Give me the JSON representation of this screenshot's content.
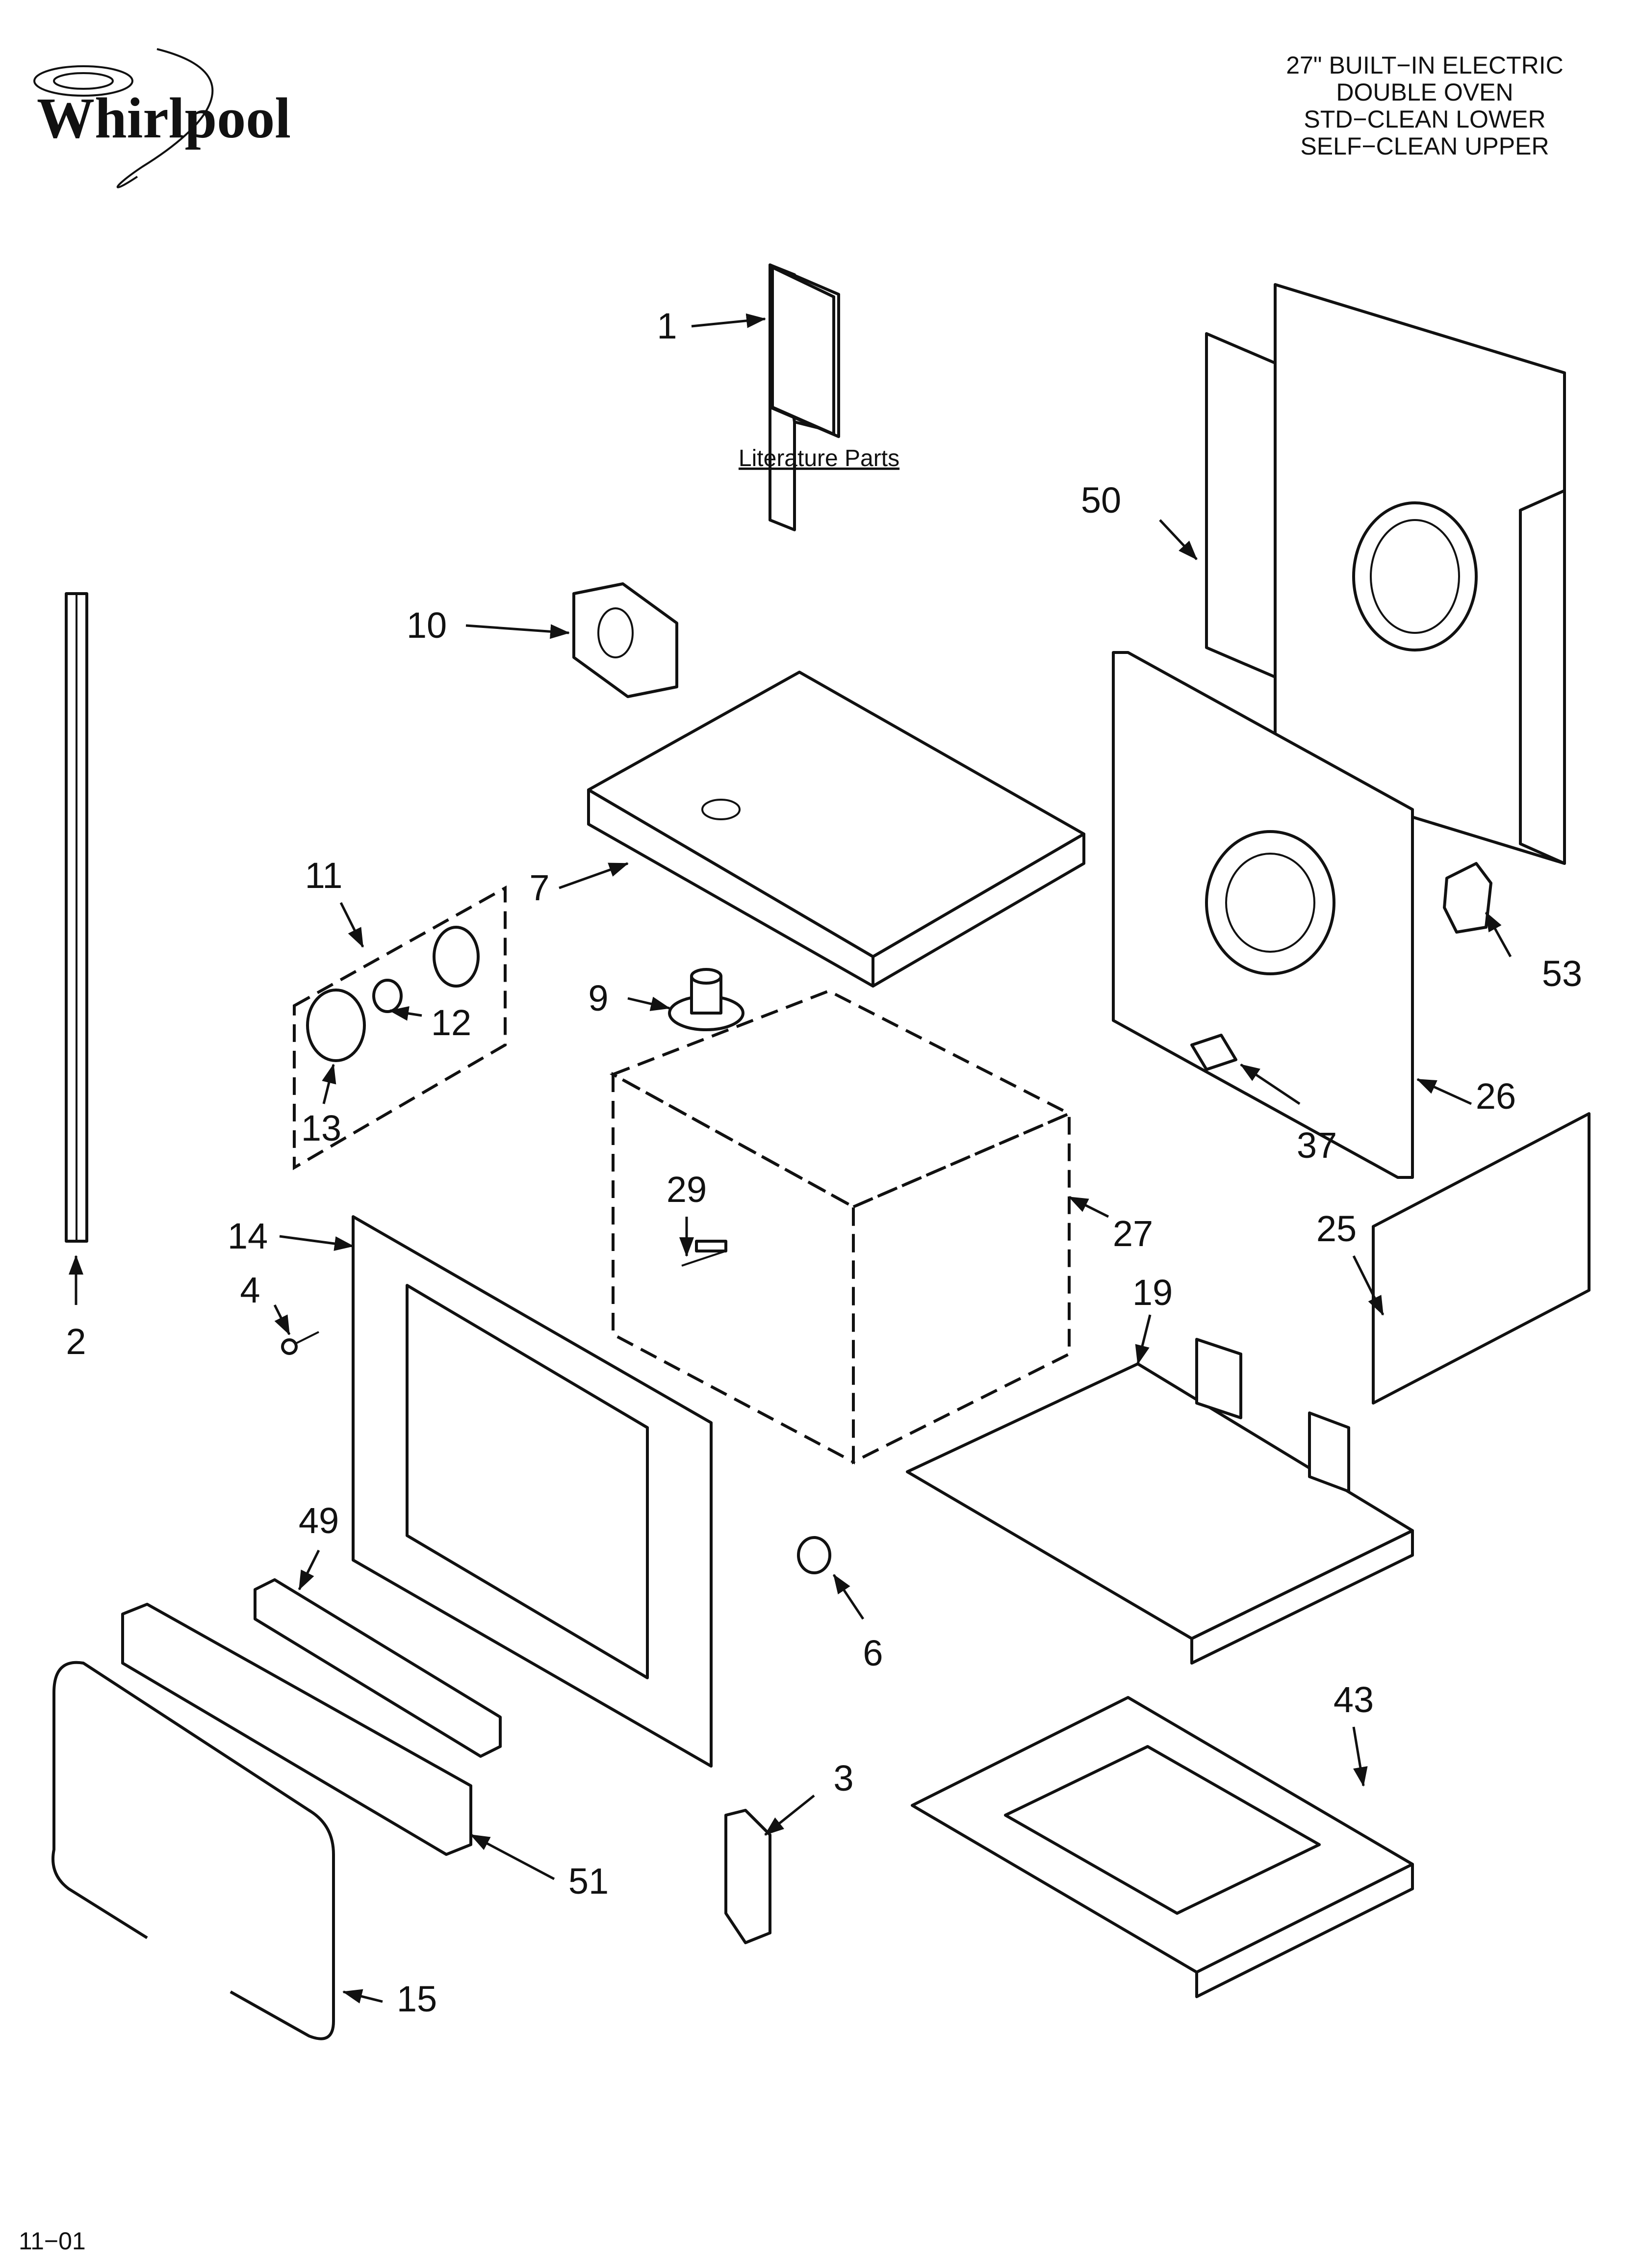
{
  "brand": {
    "name": "Whirlpool"
  },
  "title": {
    "lines": [
      "27\" BUILT−IN ELECTRIC",
      "DOUBLE OVEN",
      "STD−CLEAN LOWER",
      "SELF−CLEAN UPPER"
    ]
  },
  "literature_label": "Literature Parts",
  "footer": "11−01",
  "callouts": {
    "c1": "1",
    "c2": "2",
    "c3": "3",
    "c4": "4",
    "c6": "6",
    "c7": "7",
    "c9": "9",
    "c10": "10",
    "c11": "11",
    "c12": "12",
    "c13": "13",
    "c14": "14",
    "c15": "15",
    "c19": "19",
    "c25": "25",
    "c26": "26",
    "c27": "27",
    "c29": "29",
    "c37": "37",
    "c43": "43",
    "c49": "49",
    "c50": "50",
    "c51": "51",
    "c53": "53"
  }
}
